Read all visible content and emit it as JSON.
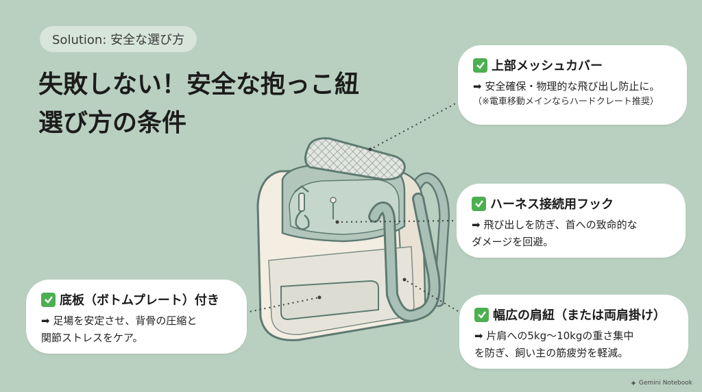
{
  "tag": "Solution: 安全な選び方",
  "title": [
    "失敗しない！安全な抱っこ紐",
    "選び方の条件"
  ],
  "callouts": [
    {
      "id": "mesh-cover",
      "heading": "上部メッシュカバー",
      "body": [
        "➡ 安全確保・物理的な飛び出し防止に。"
      ],
      "note": "（※電車移動メインならハードクレート推奨）"
    },
    {
      "id": "harness-hook",
      "heading": "ハーネス接続用フック",
      "body": [
        "➡ 飛び出しを防ぎ、首への致命的な",
        "ダメージを回避。"
      ]
    },
    {
      "id": "bottom-plate",
      "heading": "底板（ボトムプレート）付き",
      "body": [
        "➡ 足場を安定させ、背骨の圧縮と",
        "関節ストレスをケア。"
      ]
    },
    {
      "id": "wide-strap",
      "heading": "幅広の肩紐（または両肩掛け）",
      "body": [
        "➡ 片肩への5kg〜10kgの重さ集中",
        "を防ぎ、飼い主の筋疲労を軽減。"
      ]
    }
  ],
  "footer": "Gemini Notebook",
  "colors": {
    "background": "#b9d0c0",
    "check": "#4caf50",
    "bag_outline": "#5e7a72",
    "bag_fill": "#f3ede2",
    "bag_panel": "#b2c6bc"
  },
  "icons": [
    "check-icon",
    "arrow-right-icon",
    "pet-carrier-illustration",
    "gemini-logo-icon"
  ]
}
